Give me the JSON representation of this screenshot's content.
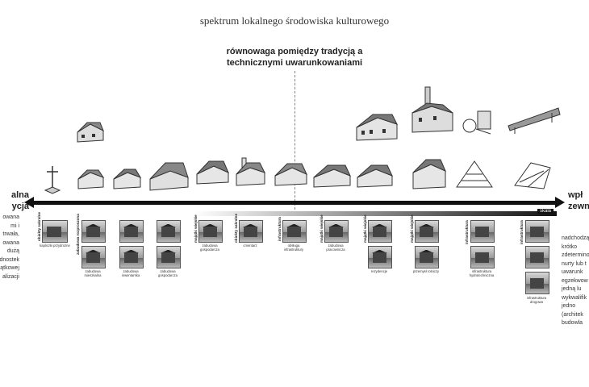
{
  "title": "spektrum lokalnego środowiska kulturowego",
  "center_heading_line1": "równowaga pomiędzy tradycją a",
  "center_heading_line2": "technicznymi uwarunkowaniami",
  "left_pole": {
    "heading_line1": "alna",
    "heading_line2": "ycja",
    "desc_lines": [
      "owana",
      "mi i",
      "trwała,",
      "owana",
      "dużą",
      "dnostek",
      "ątkowej",
      "alizacji"
    ]
  },
  "right_pole": {
    "heading_line1": "wpł",
    "heading_line2": "zewnę",
    "desc_lines": [
      "nadchodzą",
      "krótko",
      "zdeterminow",
      "nurty lub t",
      "uwarunk",
      "egzekwow",
      "jedną lu",
      "wykwalifik",
      "jedno",
      "(architek",
      "budowla"
    ]
  },
  "scale_label": "skala",
  "categories": [
    {
      "label": "obiekty sakralne",
      "caption": "kapliczki przydrożne"
    },
    {
      "label": "zabudowa rozproszona",
      "caption": "zabudowa mieszkalna"
    },
    {
      "label": "",
      "caption": "zabudowa inwentarska"
    },
    {
      "label": "",
      "caption": "zabudowa gospodarcza"
    },
    {
      "label": "majątki wiejskie",
      "caption": "zabudowa gospodarcza"
    },
    {
      "label": "obiekty sakralne",
      "caption": "cmentarz"
    },
    {
      "label": "infrastruktura",
      "caption": "obsługa infrastruktury"
    },
    {
      "label": "majątki wiejskie",
      "caption": "zabudowa pracownicza"
    },
    {
      "label": "majątki wiejskie",
      "caption": "rezydencje"
    },
    {
      "label": "majątki wiejskie",
      "caption": "przemysł rolniczy"
    },
    {
      "label": "infrastruktura",
      "caption": "infrastruktura hydrotechniczna"
    },
    {
      "label": "infrastruktura",
      "caption": "infrastruktura drogowa"
    }
  ]
}
